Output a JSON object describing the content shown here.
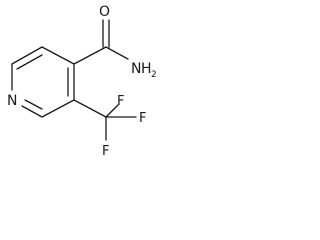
{
  "molecule": {
    "atoms": {
      "oxygen": "O",
      "amide_n": "N",
      "amide_h": "H",
      "amide_h_count": "2",
      "ring_n": "N",
      "fluorine_top": "F",
      "fluorine_right": "F",
      "fluorine_bottom": "F"
    }
  },
  "colors": {
    "bond": "#1a1a1a",
    "background": "#ffffff"
  }
}
